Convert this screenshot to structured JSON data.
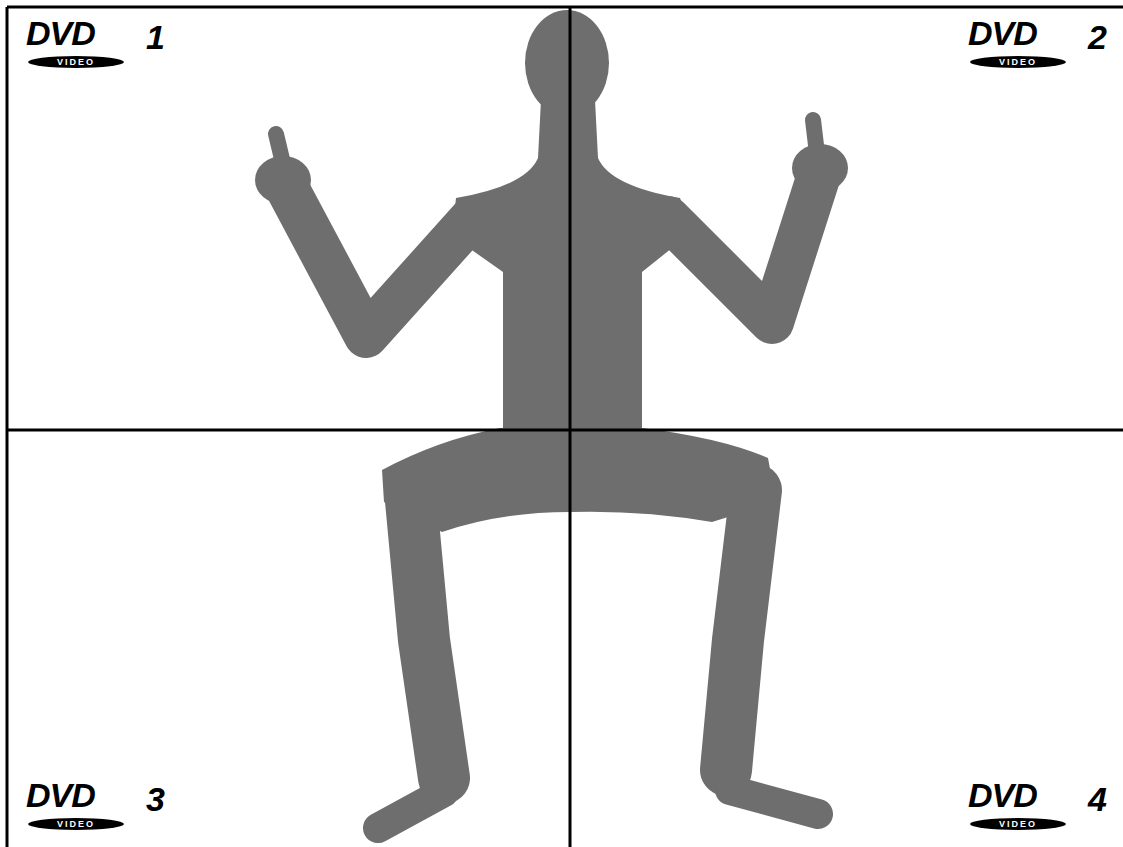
{
  "diagram": {
    "labels": [
      "DVD",
      "VIDEO",
      "1",
      "DVD",
      "VIDEO",
      "2",
      "DVD",
      "VIDEO",
      "3",
      "DVD",
      "VIDEO",
      "4"
    ]
  }
}
